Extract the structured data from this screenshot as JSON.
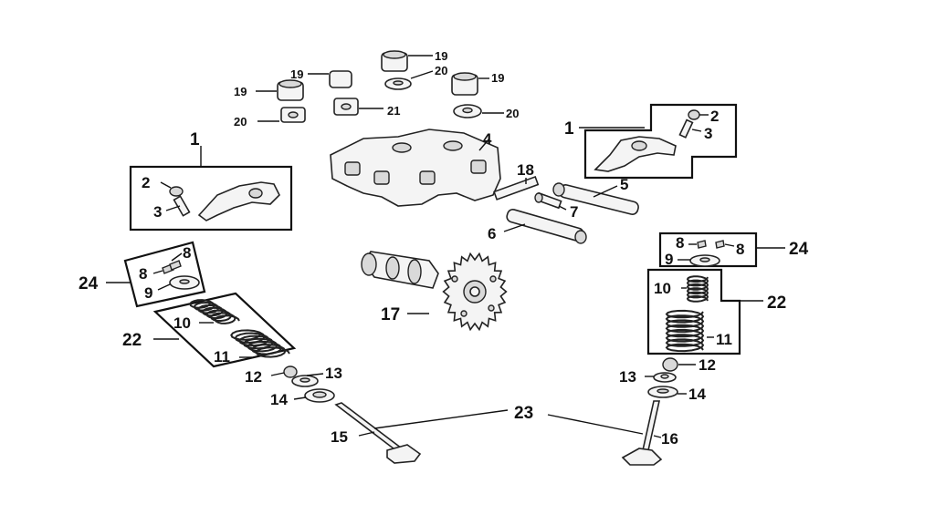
{
  "labels": {
    "rocker_arm_left": "1",
    "rocker_arm_right": "1",
    "nut_left": "2",
    "nut_right": "2",
    "screw_left": "3",
    "screw_right": "3",
    "rocker_holder": "4",
    "rocker_shaft_a": "5",
    "rocker_shaft_b": "6",
    "bolt": "7",
    "cotter_left_a": "8",
    "cotter_left_b": "8",
    "cotter_right_a": "8",
    "cotter_right_b": "8",
    "retainer_left": "9",
    "retainer_right": "9",
    "inner_spring_left": "10",
    "inner_spring_right": "10",
    "outer_spring_left": "11",
    "outer_spring_right": "11",
    "stem_seal_left": "12",
    "stem_seal_right": "12",
    "seat_left": "13",
    "seat_right": "13",
    "washer_left": "14",
    "washer_right": "14",
    "intake_valve": "15",
    "exhaust_valve": "16",
    "camshaft": "17",
    "pin": "18",
    "nut_19_a": "19",
    "nut_19_b": "19",
    "nut_19_c": "19",
    "nut_19_d": "19",
    "washer_20_a": "20",
    "washer_20_b": "20",
    "washer_20_c": "20",
    "washer_21": "21",
    "valve_set": "23",
    "spring_set_left": "22",
    "spring_set_right": "22",
    "cotter_set_left": "24",
    "cotter_set_right": "24"
  }
}
